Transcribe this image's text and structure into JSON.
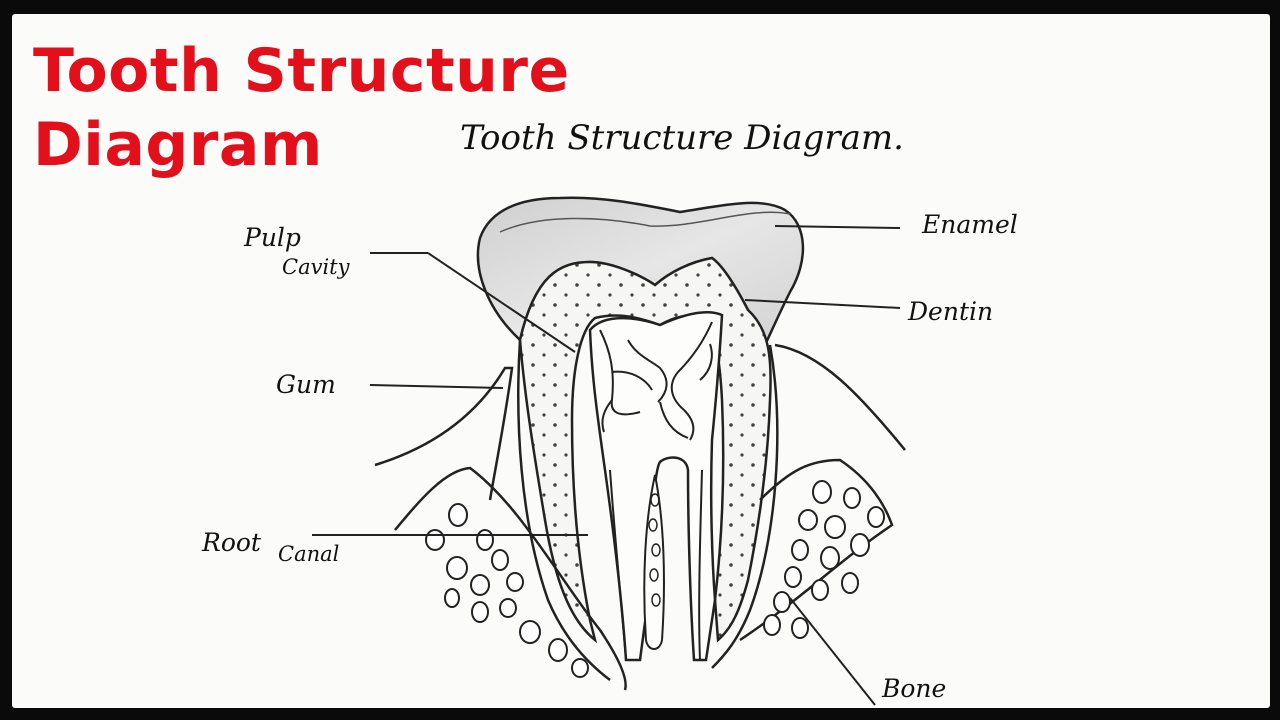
{
  "overlay_title": {
    "line1": "Tooth Structure",
    "line2": "Diagram",
    "color": "#e3101c"
  },
  "handwritten_title": "Tooth Structure Diagram.",
  "labels": {
    "enamel": "Enamel",
    "dentin": "Dentin",
    "pulp": "Pulp",
    "cavity": "Cavity",
    "gum": "Gum",
    "root": "Root",
    "canal": "Canal",
    "bone": "Bone"
  }
}
